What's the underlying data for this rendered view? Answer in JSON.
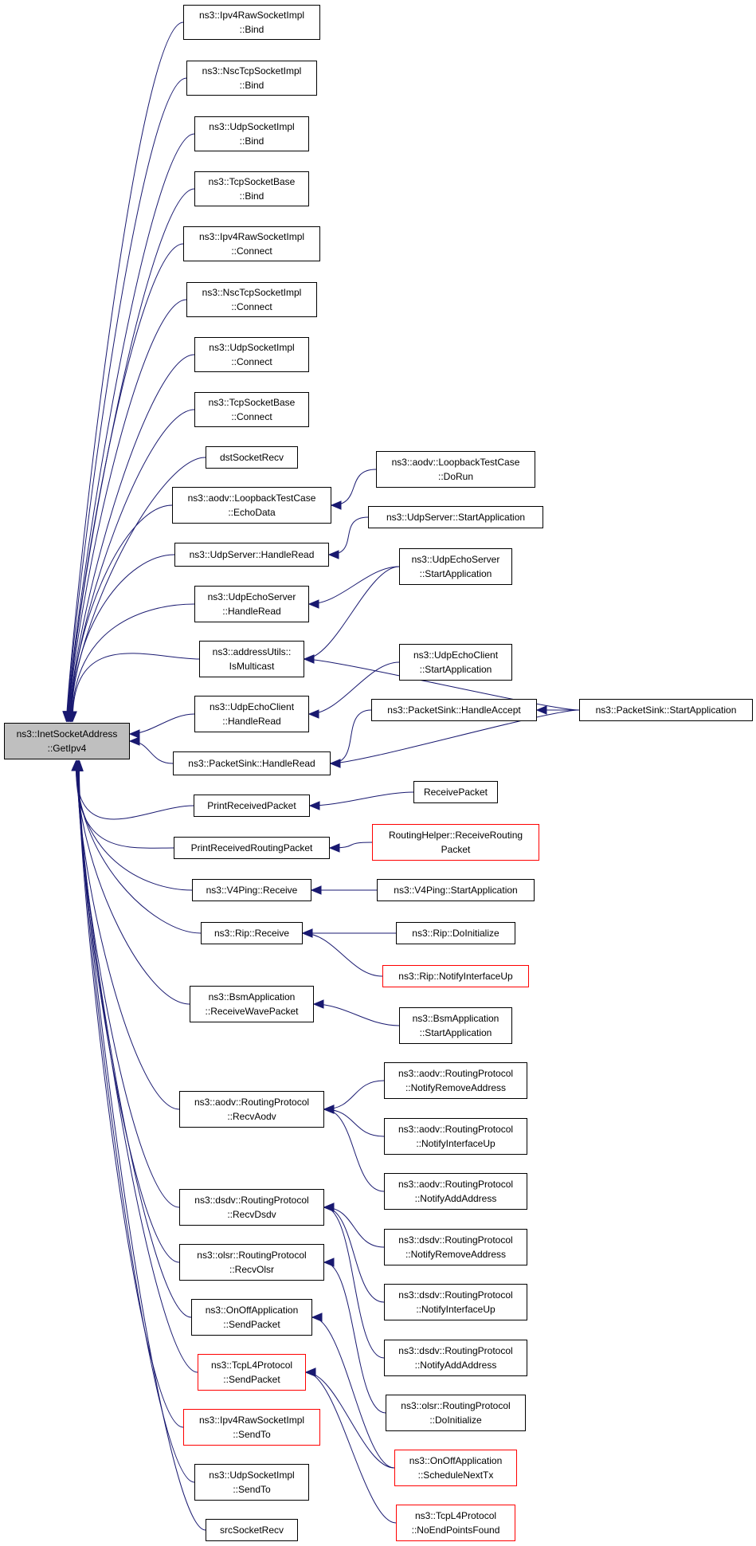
{
  "diagram": {
    "root": {
      "id": "root",
      "lines": [
        "ns3::InetSocketAddress",
        "::GetIpv4"
      ]
    },
    "nodes": [
      {
        "id": "n1",
        "lines": [
          "ns3::Ipv4RawSocketImpl",
          "::Bind"
        ]
      },
      {
        "id": "n2",
        "lines": [
          "ns3::NscTcpSocketImpl",
          "::Bind"
        ]
      },
      {
        "id": "n3",
        "lines": [
          "ns3::UdpSocketImpl",
          "::Bind"
        ]
      },
      {
        "id": "n4",
        "lines": [
          "ns3::TcpSocketBase",
          "::Bind"
        ]
      },
      {
        "id": "n5",
        "lines": [
          "ns3::Ipv4RawSocketImpl",
          "::Connect"
        ]
      },
      {
        "id": "n6",
        "lines": [
          "ns3::NscTcpSocketImpl",
          "::Connect"
        ]
      },
      {
        "id": "n7",
        "lines": [
          "ns3::UdpSocketImpl",
          "::Connect"
        ]
      },
      {
        "id": "n8",
        "lines": [
          "ns3::TcpSocketBase",
          "::Connect"
        ]
      },
      {
        "id": "n9",
        "lines": [
          "dstSocketRecv"
        ]
      },
      {
        "id": "n10",
        "lines": [
          "ns3::aodv::LoopbackTestCase",
          "::EchoData"
        ]
      },
      {
        "id": "n11",
        "lines": [
          "ns3::UdpServer::HandleRead"
        ]
      },
      {
        "id": "n12",
        "lines": [
          "ns3::UdpEchoServer",
          "::HandleRead"
        ]
      },
      {
        "id": "n13",
        "lines": [
          "ns3::addressUtils::",
          "IsMulticast"
        ]
      },
      {
        "id": "n14",
        "lines": [
          "ns3::UdpEchoClient",
          "::HandleRead"
        ]
      },
      {
        "id": "n15",
        "lines": [
          "ns3::PacketSink::HandleRead"
        ]
      },
      {
        "id": "n16",
        "lines": [
          "PrintReceivedPacket"
        ]
      },
      {
        "id": "n17",
        "lines": [
          "PrintReceivedRoutingPacket"
        ]
      },
      {
        "id": "n18",
        "lines": [
          "ns3::V4Ping::Receive"
        ]
      },
      {
        "id": "n19",
        "lines": [
          "ns3::Rip::Receive"
        ]
      },
      {
        "id": "n20",
        "lines": [
          "ns3::BsmApplication",
          "::ReceiveWavePacket"
        ]
      },
      {
        "id": "n21",
        "lines": [
          "ns3::aodv::RoutingProtocol",
          "::RecvAodv"
        ]
      },
      {
        "id": "n22",
        "lines": [
          "ns3::dsdv::RoutingProtocol",
          "::RecvDsdv"
        ]
      },
      {
        "id": "n23",
        "lines": [
          "ns3::olsr::RoutingProtocol",
          "::RecvOlsr"
        ]
      },
      {
        "id": "n24",
        "lines": [
          "ns3::OnOffApplication",
          "::SendPacket"
        ]
      },
      {
        "id": "n25",
        "lines": [
          "ns3::TcpL4Protocol",
          "::SendPacket"
        ],
        "outline": "red"
      },
      {
        "id": "n26",
        "lines": [
          "ns3::Ipv4RawSocketImpl",
          "::SendTo"
        ],
        "outline": "red"
      },
      {
        "id": "n27",
        "lines": [
          "ns3::UdpSocketImpl",
          "::SendTo"
        ]
      },
      {
        "id": "n28",
        "lines": [
          "srcSocketRecv"
        ]
      },
      {
        "id": "m1",
        "lines": [
          "ns3::aodv::LoopbackTestCase",
          "::DoRun"
        ]
      },
      {
        "id": "m2",
        "lines": [
          "ns3::UdpServer::StartApplication"
        ]
      },
      {
        "id": "m3",
        "lines": [
          "ns3::UdpEchoServer",
          "::StartApplication"
        ]
      },
      {
        "id": "m4",
        "lines": [
          "ns3::UdpEchoClient",
          "::StartApplication"
        ]
      },
      {
        "id": "m5",
        "lines": [
          "ns3::PacketSink::HandleAccept"
        ]
      },
      {
        "id": "m6",
        "lines": [
          "ns3::PacketSink::StartApplication"
        ]
      },
      {
        "id": "m7",
        "lines": [
          "ReceivePacket"
        ]
      },
      {
        "id": "m8",
        "lines": [
          "RoutingHelper::ReceiveRouting",
          "Packet"
        ],
        "outline": "red"
      },
      {
        "id": "m9",
        "lines": [
          "ns3::V4Ping::StartApplication"
        ]
      },
      {
        "id": "m10",
        "lines": [
          "ns3::Rip::DoInitialize"
        ]
      },
      {
        "id": "m11",
        "lines": [
          "ns3::Rip::NotifyInterfaceUp"
        ],
        "outline": "red"
      },
      {
        "id": "m12",
        "lines": [
          "ns3::BsmApplication",
          "::StartApplication"
        ]
      },
      {
        "id": "m13",
        "lines": [
          "ns3::aodv::RoutingProtocol",
          "::NotifyRemoveAddress"
        ]
      },
      {
        "id": "m14",
        "lines": [
          "ns3::aodv::RoutingProtocol",
          "::NotifyInterfaceUp"
        ]
      },
      {
        "id": "m15",
        "lines": [
          "ns3::aodv::RoutingProtocol",
          "::NotifyAddAddress"
        ]
      },
      {
        "id": "m16",
        "lines": [
          "ns3::dsdv::RoutingProtocol",
          "::NotifyRemoveAddress"
        ]
      },
      {
        "id": "m17",
        "lines": [
          "ns3::dsdv::RoutingProtocol",
          "::NotifyInterfaceUp"
        ]
      },
      {
        "id": "m18",
        "lines": [
          "ns3::dsdv::RoutingProtocol",
          "::NotifyAddAddress"
        ]
      },
      {
        "id": "m19",
        "lines": [
          "ns3::olsr::RoutingProtocol",
          "::DoInitialize"
        ]
      },
      {
        "id": "m20",
        "lines": [
          "ns3::OnOffApplication",
          "::ScheduleNextTx"
        ],
        "outline": "red"
      },
      {
        "id": "m21",
        "lines": [
          "ns3::TcpL4Protocol",
          "::NoEndPointsFound"
        ],
        "outline": "red"
      }
    ],
    "edges": [
      [
        "n1",
        "root"
      ],
      [
        "n2",
        "root"
      ],
      [
        "n3",
        "root"
      ],
      [
        "n4",
        "root"
      ],
      [
        "n5",
        "root"
      ],
      [
        "n6",
        "root"
      ],
      [
        "n7",
        "root"
      ],
      [
        "n8",
        "root"
      ],
      [
        "n9",
        "root"
      ],
      [
        "n10",
        "root"
      ],
      [
        "n11",
        "root"
      ],
      [
        "n12",
        "root"
      ],
      [
        "n13",
        "root"
      ],
      [
        "n14",
        "root"
      ],
      [
        "n15",
        "root"
      ],
      [
        "n16",
        "root"
      ],
      [
        "n17",
        "root"
      ],
      [
        "n18",
        "root"
      ],
      [
        "n19",
        "root"
      ],
      [
        "n20",
        "root"
      ],
      [
        "n21",
        "root"
      ],
      [
        "n22",
        "root"
      ],
      [
        "n23",
        "root"
      ],
      [
        "n24",
        "root"
      ],
      [
        "n25",
        "root"
      ],
      [
        "n26",
        "root"
      ],
      [
        "n27",
        "root"
      ],
      [
        "n28",
        "root"
      ],
      [
        "m1",
        "n10"
      ],
      [
        "m2",
        "n11"
      ],
      [
        "m3",
        "n12"
      ],
      [
        "m3",
        "n13"
      ],
      [
        "m6",
        "n13"
      ],
      [
        "m4",
        "n14"
      ],
      [
        "m5",
        "n15"
      ],
      [
        "m6",
        "n15"
      ],
      [
        "m6",
        "m5"
      ],
      [
        "m7",
        "n16"
      ],
      [
        "m8",
        "n17"
      ],
      [
        "m9",
        "n18"
      ],
      [
        "m10",
        "n19"
      ],
      [
        "m11",
        "n19"
      ],
      [
        "m12",
        "n20"
      ],
      [
        "m13",
        "n21"
      ],
      [
        "m14",
        "n21"
      ],
      [
        "m15",
        "n21"
      ],
      [
        "m16",
        "n22"
      ],
      [
        "m17",
        "n22"
      ],
      [
        "m18",
        "n22"
      ],
      [
        "m19",
        "n23"
      ],
      [
        "m20",
        "n24"
      ],
      [
        "m20",
        "n25"
      ],
      [
        "m21",
        "n25"
      ]
    ],
    "colors": {
      "edge": "#191970",
      "node_border": "#000000",
      "red_border": "#ff0000",
      "root_fill": "#bfbfbf"
    }
  }
}
